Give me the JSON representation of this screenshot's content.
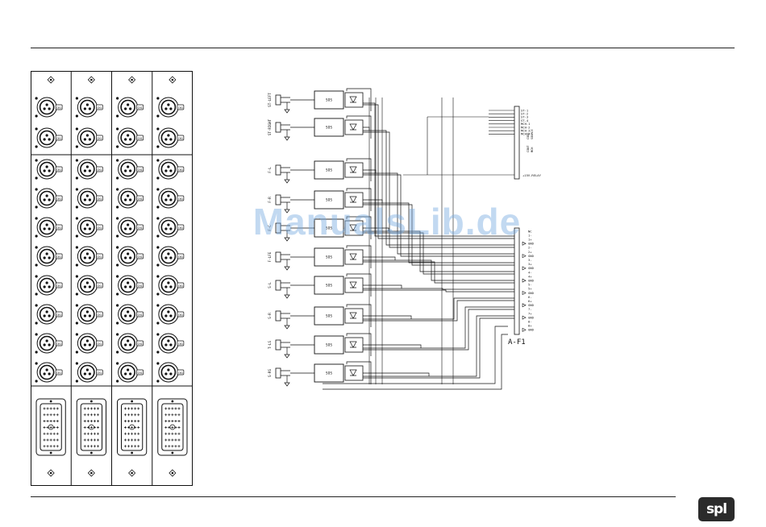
{
  "watermark": "ManualsLib.de",
  "logo_text": "spl",
  "panel": {
    "columns": 4,
    "top_xlr_rows": 2,
    "middle_xlr_rows": 8,
    "connector_label": "CH1"
  },
  "schematic": {
    "channels": [
      {
        "label": "ST-LEFT"
      },
      {
        "label": "ST-RIGHT"
      },
      {
        "label": "F-L"
      },
      {
        "label": "F-R"
      },
      {
        "label": "F-C"
      },
      {
        "label": "F-LFE"
      },
      {
        "label": "S-L"
      },
      {
        "label": "S-R"
      },
      {
        "label": "T-LS"
      },
      {
        "label": "S-RS"
      }
    ],
    "block_label": "SOS",
    "connector_top_labels": [
      "ST-1",
      "ST-2",
      "ST-3",
      "ST-4",
      "MCH-1",
      "MCH-2",
      "MCH-3",
      "MCH-4"
    ],
    "connector_top_side": [
      "CODE",
      "SOURCE",
      "CONT",
      "MCH"
    ],
    "relay_label": "+15V-RELAY",
    "connector_bottom_labels": [
      "NC",
      "1-",
      "1+",
      "GND",
      "2-",
      "2+",
      "GND",
      "3-",
      "3+",
      "GND",
      "4-",
      "4+",
      "GND",
      "5-",
      "5+",
      "GND",
      "6-",
      "6+",
      "GND",
      "7-",
      "7+",
      "GND",
      "8-",
      "8+",
      "GND"
    ],
    "connector_name": "A-F1"
  }
}
